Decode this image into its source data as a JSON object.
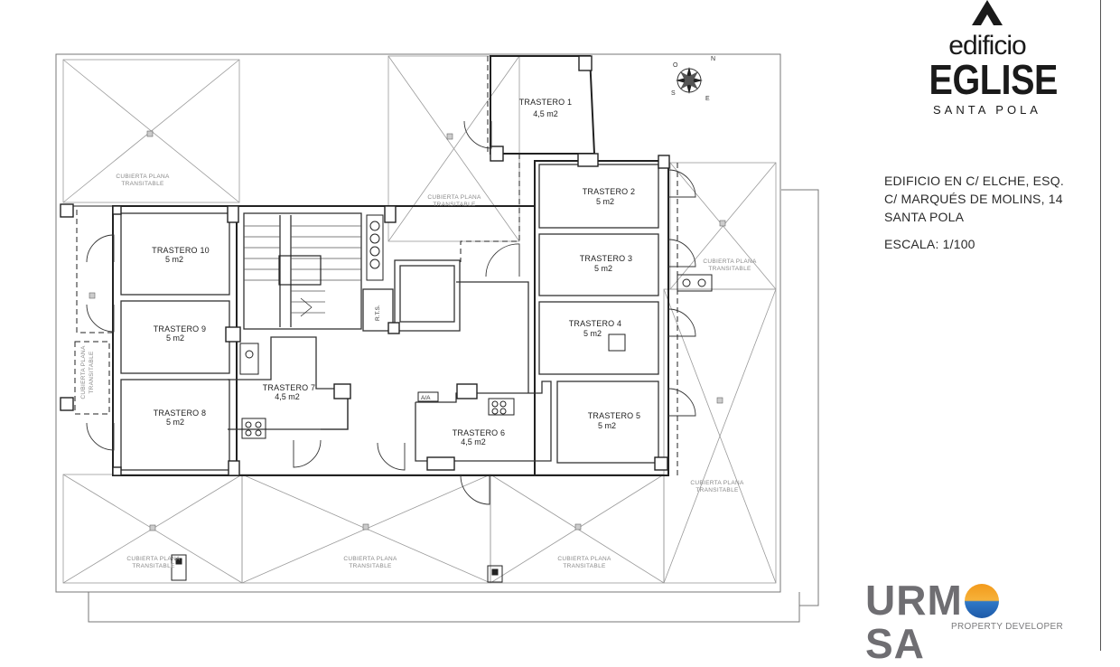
{
  "logo": {
    "line1": "edificio",
    "line2": "EGLISE",
    "line3": "SANTA POLA"
  },
  "info": {
    "address1": "EDIFICIO EN C/ ELCHE, ESQ.",
    "address2": "C/ MARQUÉS DE MOLINS, 14",
    "address3": "SANTA POLA",
    "scale": "ESCALA: 1/100"
  },
  "brand": {
    "left": "URM",
    "right": "SA",
    "subtitle": "PROPERTY DEVELOPER"
  },
  "rooms": [
    {
      "name": "TRASTERO 1",
      "area": "4,5 m2"
    },
    {
      "name": "TRASTERO 2",
      "area": "5 m2"
    },
    {
      "name": "TRASTERO 3",
      "area": "5 m2"
    },
    {
      "name": "TRASTERO 4",
      "area": "5 m2"
    },
    {
      "name": "TRASTERO 5",
      "area": "5 m2"
    },
    {
      "name": "TRASTERO 6",
      "area": "4,5 m2"
    },
    {
      "name": "TRASTERO 7",
      "area": "4,5 m2"
    },
    {
      "name": "TRASTERO 8",
      "area": "5 m2"
    },
    {
      "name": "TRASTERO 9",
      "area": "5 m2"
    },
    {
      "name": "TRASTERO 10",
      "area": "5 m2"
    }
  ],
  "roofs": {
    "line1": "CUBIERTA PLANA",
    "line2": "TRANSITABLE"
  },
  "labels": {
    "aa": "A/A",
    "rt": "R.T.S."
  },
  "compass": {
    "n": "N",
    "s": "S",
    "e": "E",
    "o": "O"
  }
}
